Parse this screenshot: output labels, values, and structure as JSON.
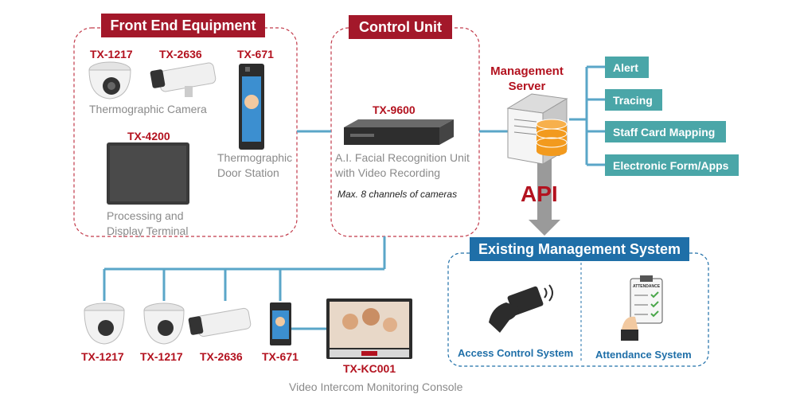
{
  "front_end": {
    "title": "Front End Equipment",
    "models": {
      "cam_dome": "TX-1217",
      "cam_bullet": "TX-2636",
      "door_station": "TX-671",
      "terminal": "TX-4200"
    },
    "captions": {
      "thermo_camera": "Thermographic Camera",
      "door_line1": "Thermographic",
      "door_line2": "Door Station",
      "terminal_line1": "Processing and",
      "terminal_line2": "Display Terminal"
    }
  },
  "control_unit": {
    "title": "Control Unit",
    "model": "TX-9600",
    "caption_line1": "A.I. Facial Recognition Unit",
    "caption_line2": "with Video Recording",
    "note": "Max. 8 channels of cameras"
  },
  "management_server": {
    "label_line1": "Management",
    "label_line2": "Server",
    "outputs": [
      "Alert",
      "Tracing",
      "Staff Card Mapping",
      "Electronic Form/Apps"
    ]
  },
  "api_label": "API",
  "existing_system": {
    "title": "Existing Management System",
    "access_control": "Access  Control System",
    "attendance": "Attendance System",
    "attendance_sheet_title": "ATTENDANCE"
  },
  "bottom_devices": {
    "models": [
      "TX-1217",
      "TX-1217",
      "TX-2636",
      "TX-671"
    ],
    "console_model": "TX-KC001",
    "console_caption": "Video  Intercom Monitoring  Console"
  },
  "colors": {
    "red_accent": "#a3182a",
    "teal": "#4aa6a8",
    "line_blue": "#5aa6c8",
    "blue_accent": "#1f6fa8"
  }
}
